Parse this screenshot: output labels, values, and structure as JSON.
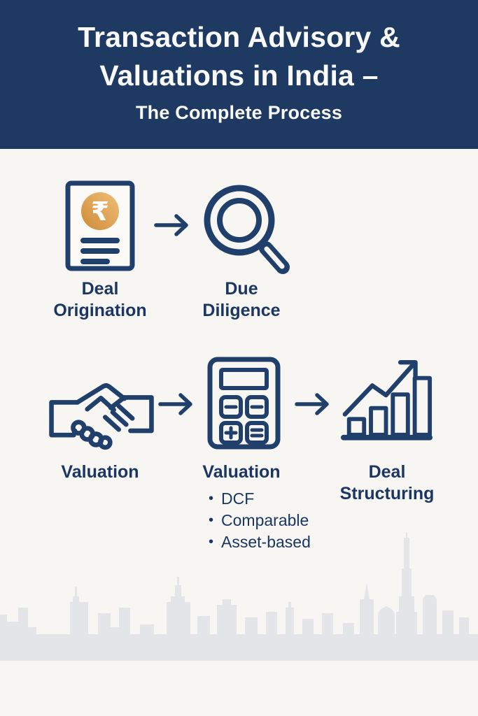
{
  "header": {
    "title_line1": "Transaction Advisory &",
    "title_line2": "Valuations in India –",
    "subtitle": "The Complete Process"
  },
  "steps": {
    "deal_origination": {
      "label_line1": "Deal",
      "label_line2": "Origination"
    },
    "due_diligence": {
      "label_line1": "Due",
      "label_line2": "Diligence"
    },
    "valuation_handshake": {
      "label": "Valuation"
    },
    "valuation_methods": {
      "label": "Valuation",
      "bullet_char": "•",
      "bullets": [
        "DCF",
        "Comparable",
        "Asset-based"
      ]
    },
    "deal_structuring": {
      "label_line1": "Deal",
      "label_line2": "Structuring"
    }
  },
  "icons": {
    "rupee_symbol": "₹",
    "names": [
      "rupee-document-icon",
      "magnifying-glass-icon",
      "arrow-right-icon",
      "handshake-icon",
      "calculator-icon",
      "growth-bar-chart-icon",
      "city-skyline-silhouette"
    ]
  },
  "colors": {
    "header_background": "#1e3a62",
    "icon_navy": "#20406b",
    "text_navy": "#1c3663",
    "rupee_gold_dark": "#cf8a38",
    "rupee_gold_light": "#eec078",
    "page_background": "#f7f6f3",
    "skyline_gray": "#e3e5e8",
    "title_white": "#fafafa"
  }
}
